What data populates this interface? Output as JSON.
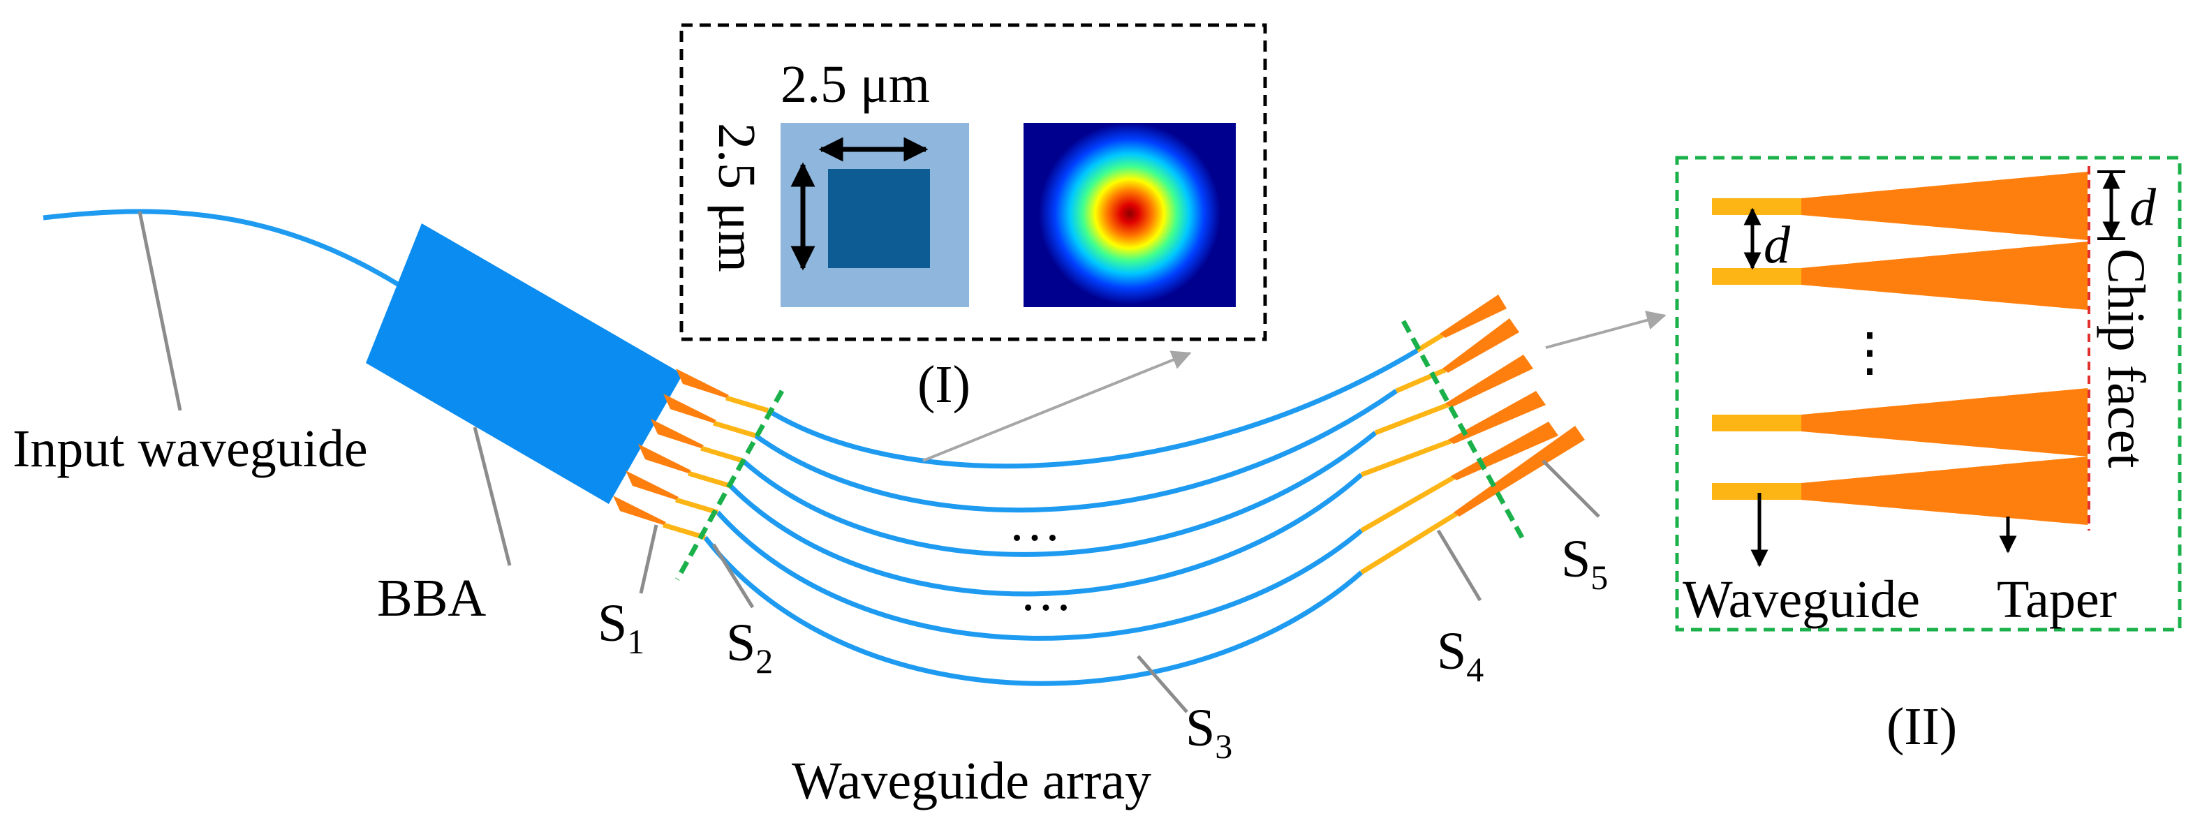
{
  "labels": {
    "input_waveguide": "Input waveguide",
    "bba": "BBA",
    "waveguide_array": "Waveguide array",
    "inset_1_tag": "(I)",
    "inset_2_tag": "(II)",
    "width_dim": "2.5 μm",
    "height_dim": "2.5 μm",
    "ellipsis": "…",
    "vertical_ellipsis": "⋮",
    "chip_facet": "Chip facet",
    "d": "d",
    "waveguide": "Waveguide",
    "taper": "Taper"
  },
  "sections": [
    {
      "letter": "S",
      "index": "1"
    },
    {
      "letter": "S",
      "index": "2"
    },
    {
      "letter": "S",
      "index": "3"
    },
    {
      "letter": "S",
      "index": "4"
    },
    {
      "letter": "S",
      "index": "5"
    }
  ],
  "colors": {
    "waveguide_blue": "#1e9bf0",
    "bba_blue": "#0b8cf0",
    "taper_orange": "#ff7f0e",
    "waveguide_yellow": "#fdb515",
    "section_green": "#1ab04a",
    "leader_gray": "#8c8c8c",
    "cladding": "#8fb6dc",
    "core": "#0d5c94",
    "facet_red": "#e0312f"
  }
}
